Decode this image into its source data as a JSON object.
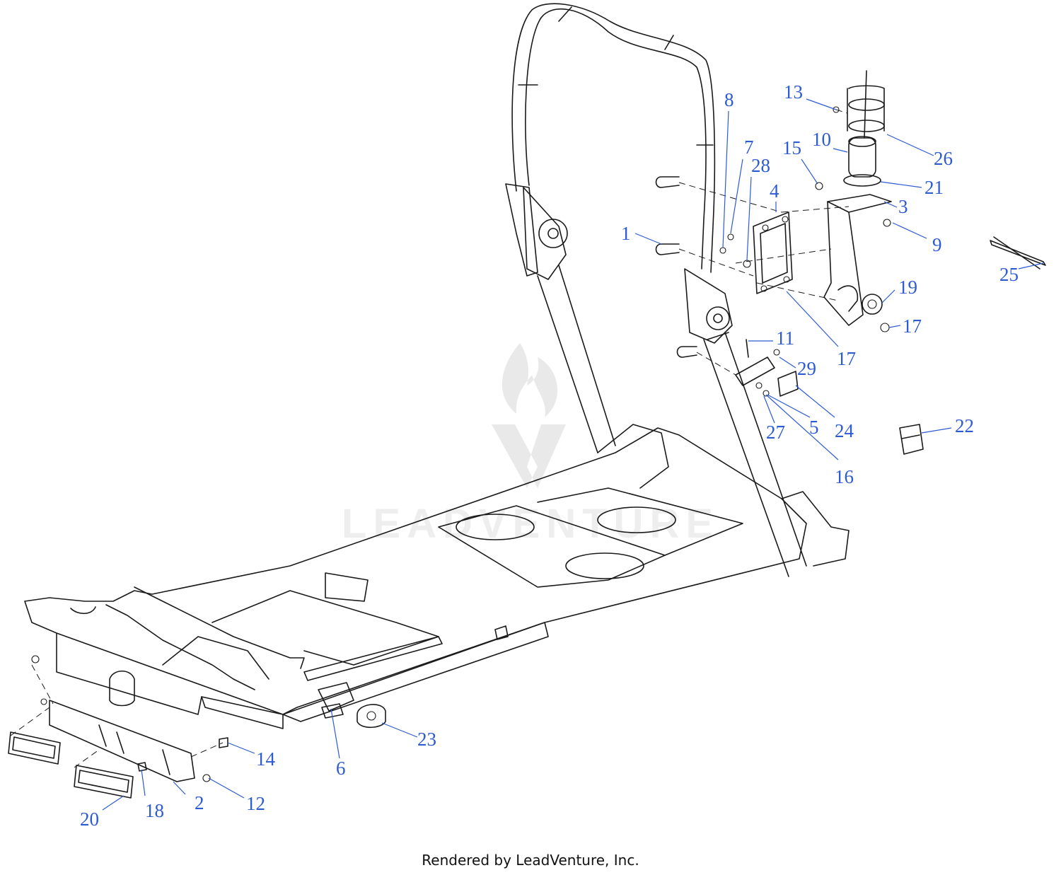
{
  "watermark": {
    "text": "LEADVENTURE"
  },
  "footer": {
    "text": "Rendered by LeadVenture, Inc."
  },
  "callouts": [
    {
      "label": "1"
    },
    {
      "label": "2"
    },
    {
      "label": "3"
    },
    {
      "label": "4"
    },
    {
      "label": "5"
    },
    {
      "label": "6"
    },
    {
      "label": "7"
    },
    {
      "label": "8"
    },
    {
      "label": "9"
    },
    {
      "label": "10"
    },
    {
      "label": "11"
    },
    {
      "label": "12"
    },
    {
      "label": "13"
    },
    {
      "label": "14"
    },
    {
      "label": "15"
    },
    {
      "label": "16"
    },
    {
      "label": "17"
    },
    {
      "label": "17"
    },
    {
      "label": "18"
    },
    {
      "label": "19"
    },
    {
      "label": "20"
    },
    {
      "label": "21"
    },
    {
      "label": "22"
    },
    {
      "label": "23"
    },
    {
      "label": "24"
    },
    {
      "label": "25"
    },
    {
      "label": "26"
    },
    {
      "label": "27"
    },
    {
      "label": "28"
    },
    {
      "label": "29"
    }
  ]
}
